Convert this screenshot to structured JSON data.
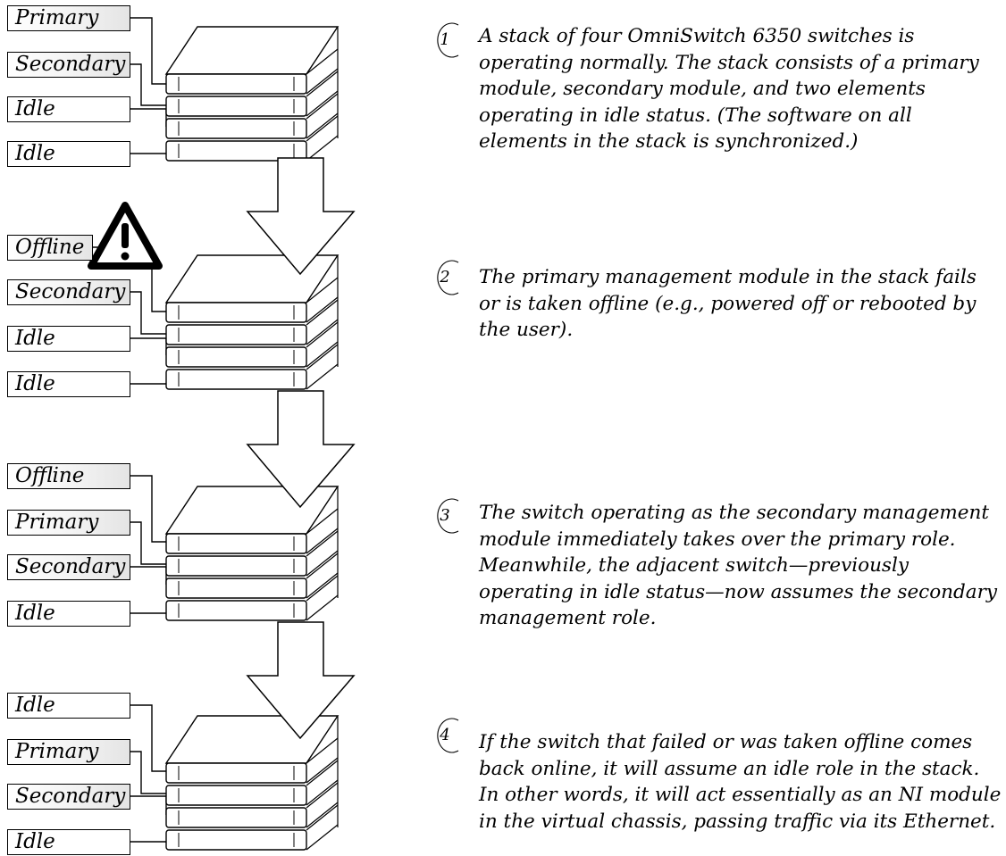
{
  "steps": [
    {
      "number": "1",
      "labels": [
        "Primary",
        "Secondary",
        "Idle",
        "Idle"
      ],
      "description": "A stack of four OmniSwitch 6350 switches is operating normally. The stack consists of a primary module, secondary module, and two elements operating in idle status. (The software on all elements in the stack is synchronized.)"
    },
    {
      "number": "2",
      "labels": [
        "Offline",
        "Secondary",
        "Idle",
        "Idle"
      ],
      "description": "The primary management module in the stack fails or is taken offline (e.g., powered off or rebooted by the user)."
    },
    {
      "number": "3",
      "labels": [
        "Offline",
        "Primary",
        "Secondary",
        "Idle"
      ],
      "description": "The switch operating as the secondary management module immediately takes over the primary role. Meanwhile, the adjacent switch—previously operating in idle status—now assumes the secondary management role."
    },
    {
      "number": "4",
      "labels": [
        "Idle",
        "Primary",
        "Secondary",
        "Idle"
      ],
      "description": "If the switch that failed or was taken offline comes back online, it will assume an idle role in the stack. In other words, it will act essentially as an NI module in the virtual chassis, passing traffic via its Ethernet."
    }
  ],
  "icons": {
    "warning": "warning-triangle-icon"
  }
}
